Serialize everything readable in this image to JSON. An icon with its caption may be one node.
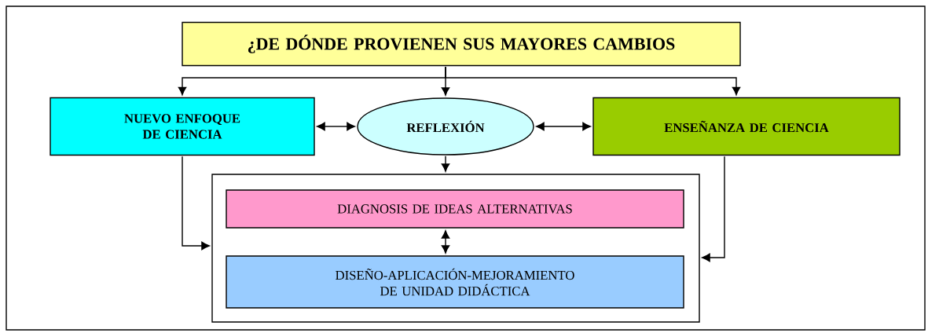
{
  "diagram": {
    "nodes": [
      {
        "text": [
          "¿DE DÓNDE PROVIENEN SUS MAYORES CAMBIOS"
        ]
      },
      {
        "text": [
          "NUEVO ENFOQUE DE CIENCIA"
        ]
      },
      {
        "text": [
          "REFLEXIÓN"
        ]
      },
      {
        "text": [
          "ENSEÑANZA DE CIENCIA"
        ]
      },
      {
        "text": [],
        "shape": "box"
      },
      {
        "text": [
          "DIAGNOSIS DE IDEAS ALTERNATIVAS"
        ],
        "in": 4
      },
      {
        "text": [
          "DISEÑO-APLICACIÓN-MEJORAMIENTO DE UNIDAD DIDÁCTICA"
        ],
        "in": 4
      }
    ],
    "edges": [
      {
        "from": 0,
        "to": 1,
        "arrow": "to"
      },
      {
        "from": 0,
        "to": 2,
        "arrow": "to"
      },
      {
        "from": 0,
        "to": 3,
        "arrow": "to"
      },
      {
        "from": 1,
        "to": 2,
        "arrow": "both"
      },
      {
        "from": 2,
        "to": 3,
        "arrow": "both"
      },
      {
        "from": 2,
        "to": 4,
        "arrow": "to"
      },
      {
        "from": 1,
        "to": 4,
        "arrow": "to"
      },
      {
        "from": 3,
        "to": 4,
        "arrow": "to"
      },
      {
        "from": 5,
        "to": 6,
        "arrow": "both"
      }
    ]
  }
}
